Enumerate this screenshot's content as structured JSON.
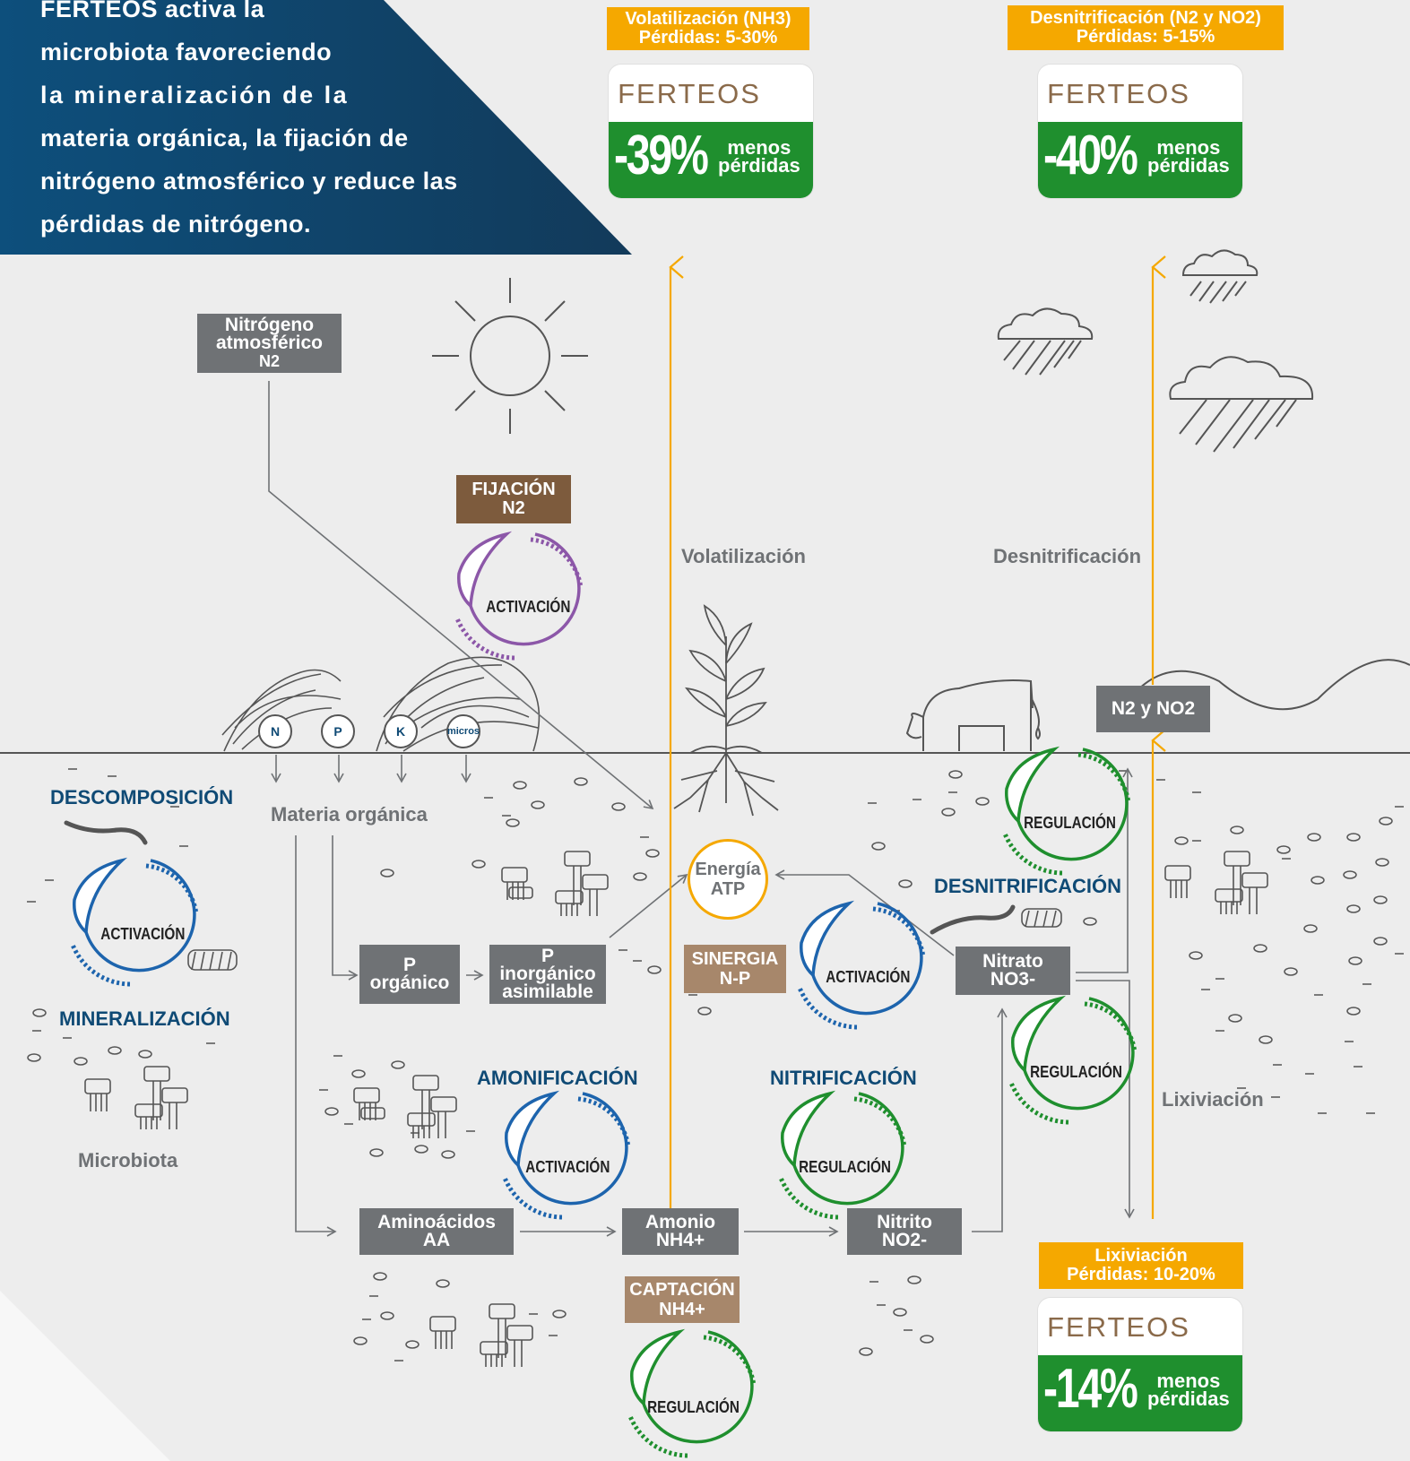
{
  "intro": {
    "lines": [
      "FERTEOS activa la",
      "microbiota favoreciendo",
      "la mineralización de la",
      "materia orgánica, la fijación de",
      "nitrógeno atmosférico y reduce las",
      "pérdidas de nitrógeno."
    ]
  },
  "losses": {
    "volatilizacion": {
      "line1": "Volatilización (NH3)",
      "line2": "Pérdidas: 5-30%",
      "percent": "-39%",
      "menos": "menos",
      "perdidas": "pérdidas"
    },
    "desnitrificacion": {
      "line1": "Desnitrificación (N2 y NO2)",
      "line2": "Pérdidas: 5-15%",
      "percent": "-40%",
      "menos": "menos",
      "perdidas": "pérdidas"
    },
    "lixiviacion": {
      "line1": "Lixiviación",
      "line2": "Pérdidas: 10-20%",
      "percent": "-14%",
      "menos": "menos",
      "perdidas": "pérdidas"
    }
  },
  "brand": "FERTEOS",
  "boxes": {
    "nitrogeno": [
      "Nitrógeno",
      "atmosférico",
      "N2"
    ],
    "fijacion": [
      "FIJACIÓN",
      "N2"
    ],
    "p_organico": [
      "P",
      "orgánico"
    ],
    "p_inorganico": [
      "P",
      "inorgánico",
      "asimilable"
    ],
    "sinergia": [
      "SINERGIA",
      "N-P"
    ],
    "nitrato": [
      "Nitrato",
      "NO3-"
    ],
    "n2_no2": "N2 y NO2",
    "aminoacidos": [
      "Aminoácidos",
      "AA"
    ],
    "amonio": [
      "Amonio",
      "NH4+"
    ],
    "nitrito": [
      "Nitrito",
      "NO2-"
    ],
    "captacion": [
      "CAPTACIÓN",
      "NH4+"
    ]
  },
  "energy": [
    "Energía",
    "ATP"
  ],
  "labels": {
    "volatilizacion": "Volatilización",
    "desnitrificacion": "Desnitrificación",
    "materia_organica": "Materia orgánica",
    "microbiota": "Microbiota",
    "lixiviacion": "Lixiviación"
  },
  "processes": {
    "descomposicion": "DESCOMPOSICIÓN",
    "mineralizacion": "MINERALIZACIÓN",
    "amonificacion": "AMONIFICACIÓN",
    "nitrificacion": "NITRIFICACIÓN",
    "desnitrificacion": "DESNITRIFICACIÓN"
  },
  "badges": {
    "activacion": "ACTIVACIÓN",
    "regulacion": "REGULACIÓN"
  },
  "nutrients": [
    "N",
    "P",
    "K",
    "micros"
  ],
  "colors": {
    "navy": "#0f4a75",
    "orange": "#f5a800",
    "green": "#1f8f2e",
    "blue": "#1d64ad",
    "purple": "#8c57a8",
    "gray_box": "#6f7275",
    "brown": "#7d5b3d",
    "tan": "#a7876b"
  }
}
